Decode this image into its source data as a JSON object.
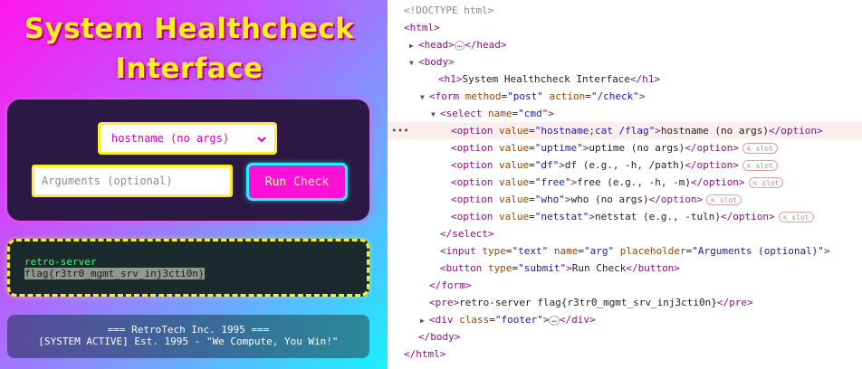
{
  "page": {
    "title_line1": "System Healthcheck",
    "title_line2": "Interface",
    "select_value": "hostname (no args)",
    "arg_placeholder": "Arguments (optional)",
    "run_button": "Run Check",
    "output_line1": "retro-server",
    "output_line2": "flag{r3tr0_mgmt_srv_inj3cti0n}",
    "footer_line1": "=== RetroTech Inc. 1995 ===",
    "footer_line2": "[SYSTEM ACTIVE] Est. 1995 - \"We Compute, You Win!\""
  },
  "devtools": {
    "doctype": "<!DOCTYPE html>",
    "ellipsis": "…",
    "slot_label": "slot",
    "dots": "•••",
    "lines": {
      "html_open": "<html>",
      "head_tag_open": "<head>",
      "head_tag_close": "</head>",
      "body_open": "<body>",
      "h1_open": "<h1>",
      "h1_text": "System Healthcheck Interface",
      "h1_close": "</h1>",
      "form_tag": "<form",
      "form_method_name": "method",
      "form_method_value": "\"post\"",
      "form_action_name": "action",
      "form_action_value": "\"/check\"",
      "gt": ">",
      "select_tag": "<select",
      "select_name_attr": "name",
      "select_name_value": "\"cmd\"",
      "option_tag": "<option",
      "value_attr": "value",
      "option_close": "</option>",
      "select_close": "</select>",
      "input_tag": "<input",
      "input_type_attr": "type",
      "input_type_value": "\"text\"",
      "input_name_attr": "name",
      "input_name_value": "\"arg\"",
      "input_placeholder_attr": "placeholder",
      "input_placeholder_value": "\"Arguments (optional)\"",
      "button_tag": "<button",
      "button_type_attr": "type",
      "button_type_value": "\"submit\"",
      "button_text": "Run Check",
      "button_close": "</button>",
      "form_close": "</form>",
      "pre_open": "<pre>",
      "pre_text": "retro-server flag{r3tr0_mgmt_srv_inj3cti0n}",
      "pre_close": "</pre>",
      "div_tag": "<div",
      "div_class_attr": "class",
      "div_class_value": "\"footer\"",
      "div_close": "</div>",
      "body_close": "</body>",
      "html_close": "</html>"
    },
    "options": [
      {
        "value": "\"hostname;cat /flag\"",
        "text": "hostname (no args)"
      },
      {
        "value": "\"uptime\"",
        "text": "uptime (no args)"
      },
      {
        "value": "\"df\"",
        "text": "df (e.g., -h, /path)"
      },
      {
        "value": "\"free\"",
        "text": "free (e.g., -h, -m)"
      },
      {
        "value": "\"who\"",
        "text": "who (no args)"
      },
      {
        "value": "\"netstat\"",
        "text": "netstat (e.g., -tuln)"
      }
    ]
  }
}
